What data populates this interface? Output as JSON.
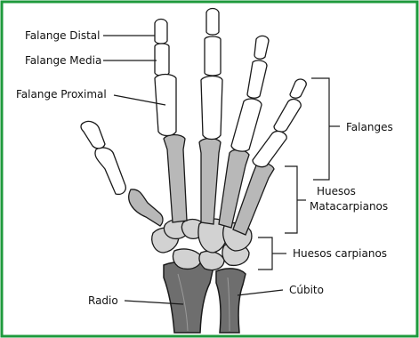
{
  "border_color": "#1e9a3c",
  "bone_colors": {
    "phalanges": "#ffffff",
    "metacarpals": "#b8b8b8",
    "carpals": "#d2d2d2",
    "forearm": "#6e6e6e",
    "outline": "#1a1a1a"
  },
  "labels": {
    "falange_distal": "Falange Distal",
    "falange_media": "Falange Media",
    "falange_proximal": "Falange Proximal",
    "falanges": "Falanges",
    "huesos_metacarpianos_line1": "Huesos",
    "huesos_metacarpianos_line2": "Matacarpianos",
    "huesos_carpianos": "Huesos carpianos",
    "radio": "Radio",
    "cubito": "Cúbito"
  }
}
